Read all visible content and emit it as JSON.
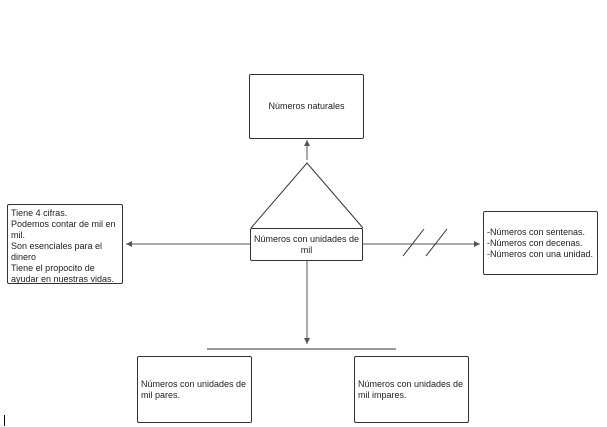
{
  "diagram": {
    "colors": {
      "line": "#555555",
      "border": "#333333",
      "text": "#222222"
    },
    "nodes": {
      "top": {
        "lines": [
          "Números naturales"
        ]
      },
      "center": {
        "lines": [
          "Números con unidades de",
          "mil"
        ]
      },
      "left": {
        "lines": [
          "Tiene 4 cifras.",
          "Podemos contar de mil en",
          "mil.",
          "Son esenciales para el",
          "dinero",
          "Tiene el propocito de",
          "ayudar en nuestras vidas."
        ]
      },
      "right": {
        "lines": [
          "-Números con sentenas.",
          "-Números con decenas.",
          "-Números con una unidad."
        ]
      },
      "bottom_left": {
        "lines": [
          "Números con unidades de",
          "mil pares."
        ]
      },
      "bottom_right": {
        "lines": [
          "Números con unidades de",
          "mil impares."
        ]
      }
    }
  }
}
